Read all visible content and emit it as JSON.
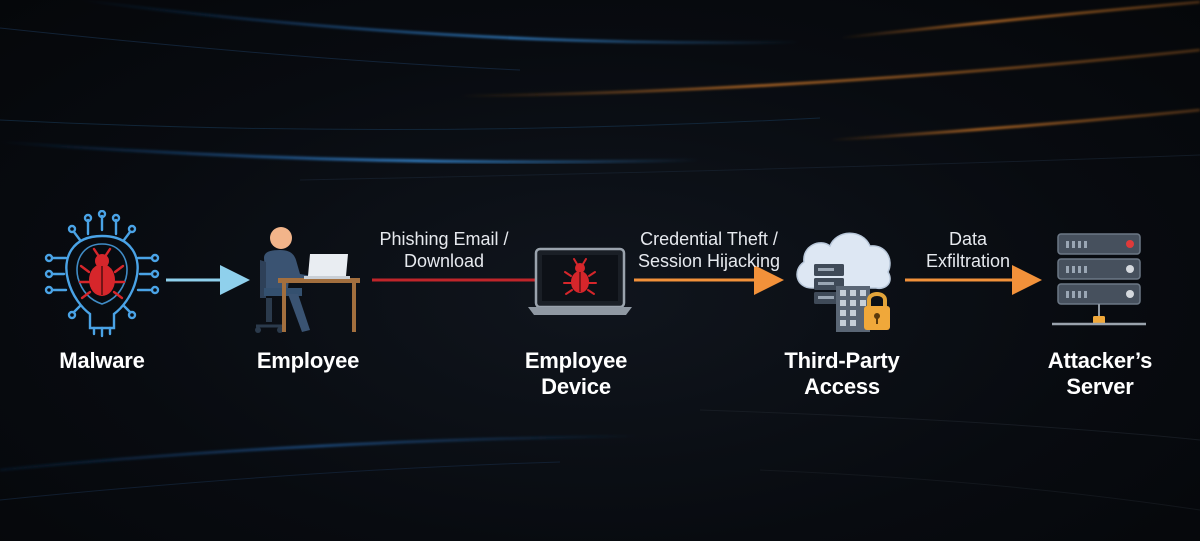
{
  "nodes": [
    {
      "id": "malware",
      "label": "Malware",
      "icon": "malware-bug-chip-icon"
    },
    {
      "id": "employee",
      "label": "Employee",
      "icon": "person-at-laptop-icon"
    },
    {
      "id": "employee-device",
      "label": "Employee\nDevice",
      "icon": "infected-laptop-icon"
    },
    {
      "id": "third-party",
      "label": "Third-Party\nAccess",
      "icon": "cloud-server-lock-icon"
    },
    {
      "id": "attacker-server",
      "label": "Attacker’s\nServer",
      "icon": "server-rack-icon"
    }
  ],
  "edges": [
    {
      "from": "malware",
      "to": "employee",
      "label": "",
      "color": "#8fd0ec"
    },
    {
      "from": "employee",
      "to": "employee-device",
      "label": "Phishing Email /\nDownload",
      "color": "#c0252a"
    },
    {
      "from": "employee-device",
      "to": "third-party",
      "label": "Credential Theft /\nSession Hijacking",
      "color": "#f2913a"
    },
    {
      "from": "third-party",
      "to": "attacker-server",
      "label": "Data\nExfiltration",
      "color": "#f2913a"
    }
  ],
  "colors": {
    "background": "#080b10",
    "threat": "#c0252a",
    "flow": "#f2913a",
    "accent-blue": "#3d8fe0"
  }
}
